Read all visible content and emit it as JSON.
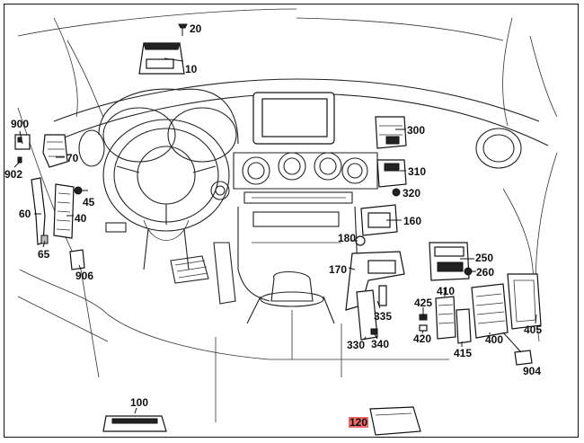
{
  "diagram": {
    "callouts": {
      "c10": "10",
      "c20": "20",
      "c40": "40",
      "c45": "45",
      "c60": "60",
      "c65": "65",
      "c70": "70",
      "c100": "100",
      "c120": "120",
      "c160": "160",
      "c170": "170",
      "c180": "180",
      "c250": "250",
      "c260": "260",
      "c300": "300",
      "c310": "310",
      "c320": "320",
      "c330": "330",
      "c335": "335",
      "c340": "340",
      "c400": "400",
      "c405": "405",
      "c410": "410",
      "c415": "415",
      "c420": "420",
      "c425": "425",
      "c900": "900",
      "c902": "902",
      "c904": "904",
      "c906": "906"
    },
    "highlight_color": "#ee6a6a"
  }
}
